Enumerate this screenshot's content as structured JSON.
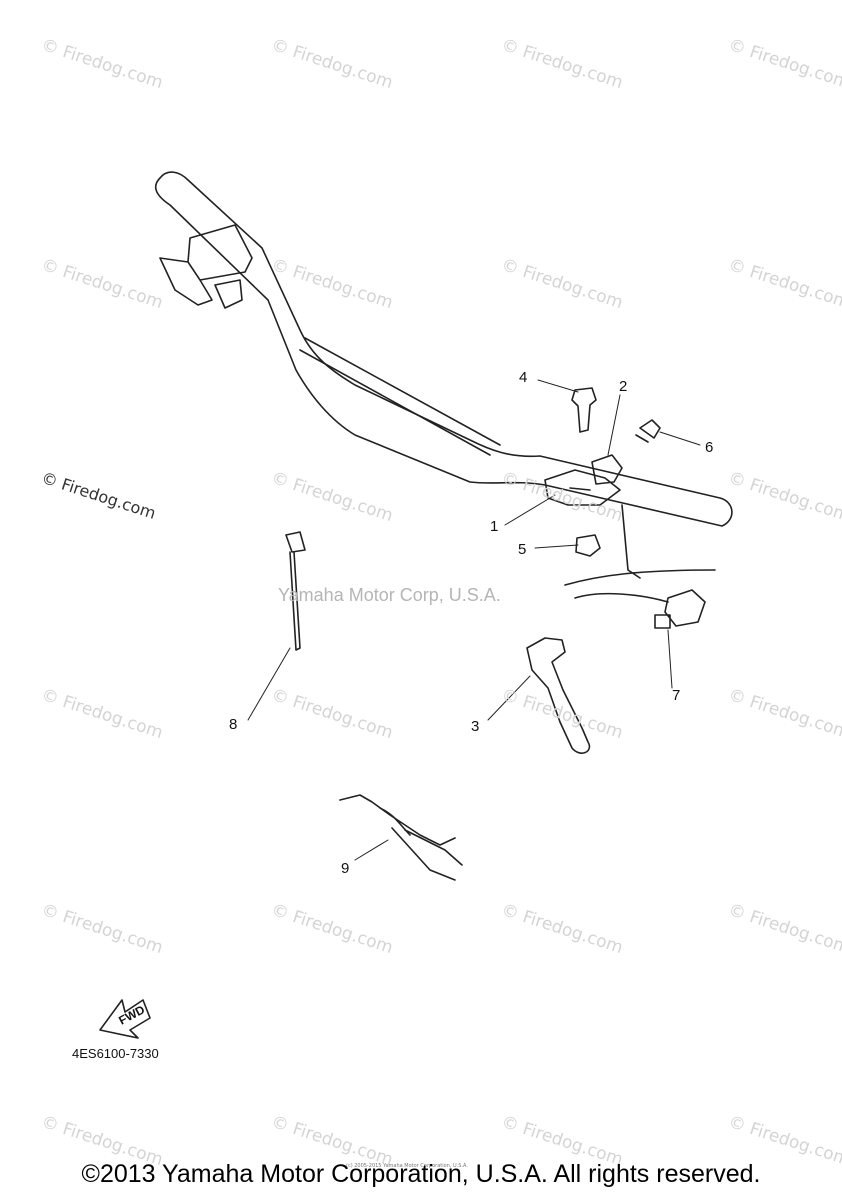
{
  "watermark": "© Firedog.com",
  "center_watermark": "Yamaha Motor Corp, U.S.A.",
  "callouts": [
    "1",
    "2",
    "3",
    "4",
    "5",
    "6",
    "7",
    "8",
    "9"
  ],
  "fwd_label": "FWD",
  "part_code": "4ES6100-7330",
  "tiny_text": "(c) 2005-2015 Yamaha Motor Corporation, U.S.A.",
  "footer": "©2013 Yamaha Motor Corporation, U.S.A. All rights reserved."
}
